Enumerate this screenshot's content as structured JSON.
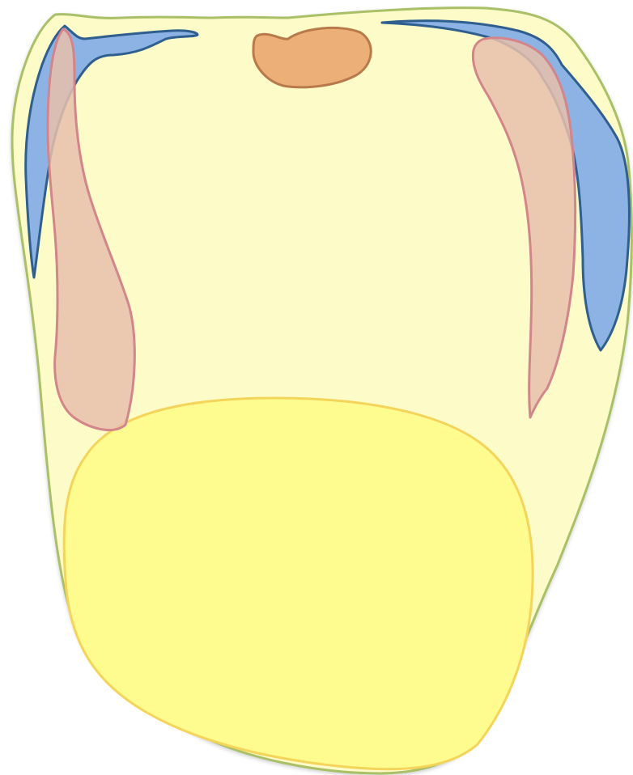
{
  "diagram": {
    "labels": [],
    "regions": [
      {
        "name": "outer-body",
        "fill": "#fdfcc8",
        "stroke": "#a9c068"
      },
      {
        "name": "bottom-blob",
        "fill": "#fefc8e",
        "stroke": "#f4d45a"
      },
      {
        "name": "top-oval",
        "fill": "#ebaf77",
        "stroke": "#b87a4a"
      },
      {
        "name": "left-blue-band",
        "fill": "#8db2e4",
        "stroke": "#2f5f8e"
      },
      {
        "name": "right-blue-band",
        "fill": "#8db2e4",
        "stroke": "#2f5f8e"
      },
      {
        "name": "left-pink-lobe",
        "fill": "#e7bfab",
        "stroke": "#d2858a"
      },
      {
        "name": "right-pink-lobe",
        "fill": "#e7bfab",
        "stroke": "#d2858a"
      }
    ]
  }
}
